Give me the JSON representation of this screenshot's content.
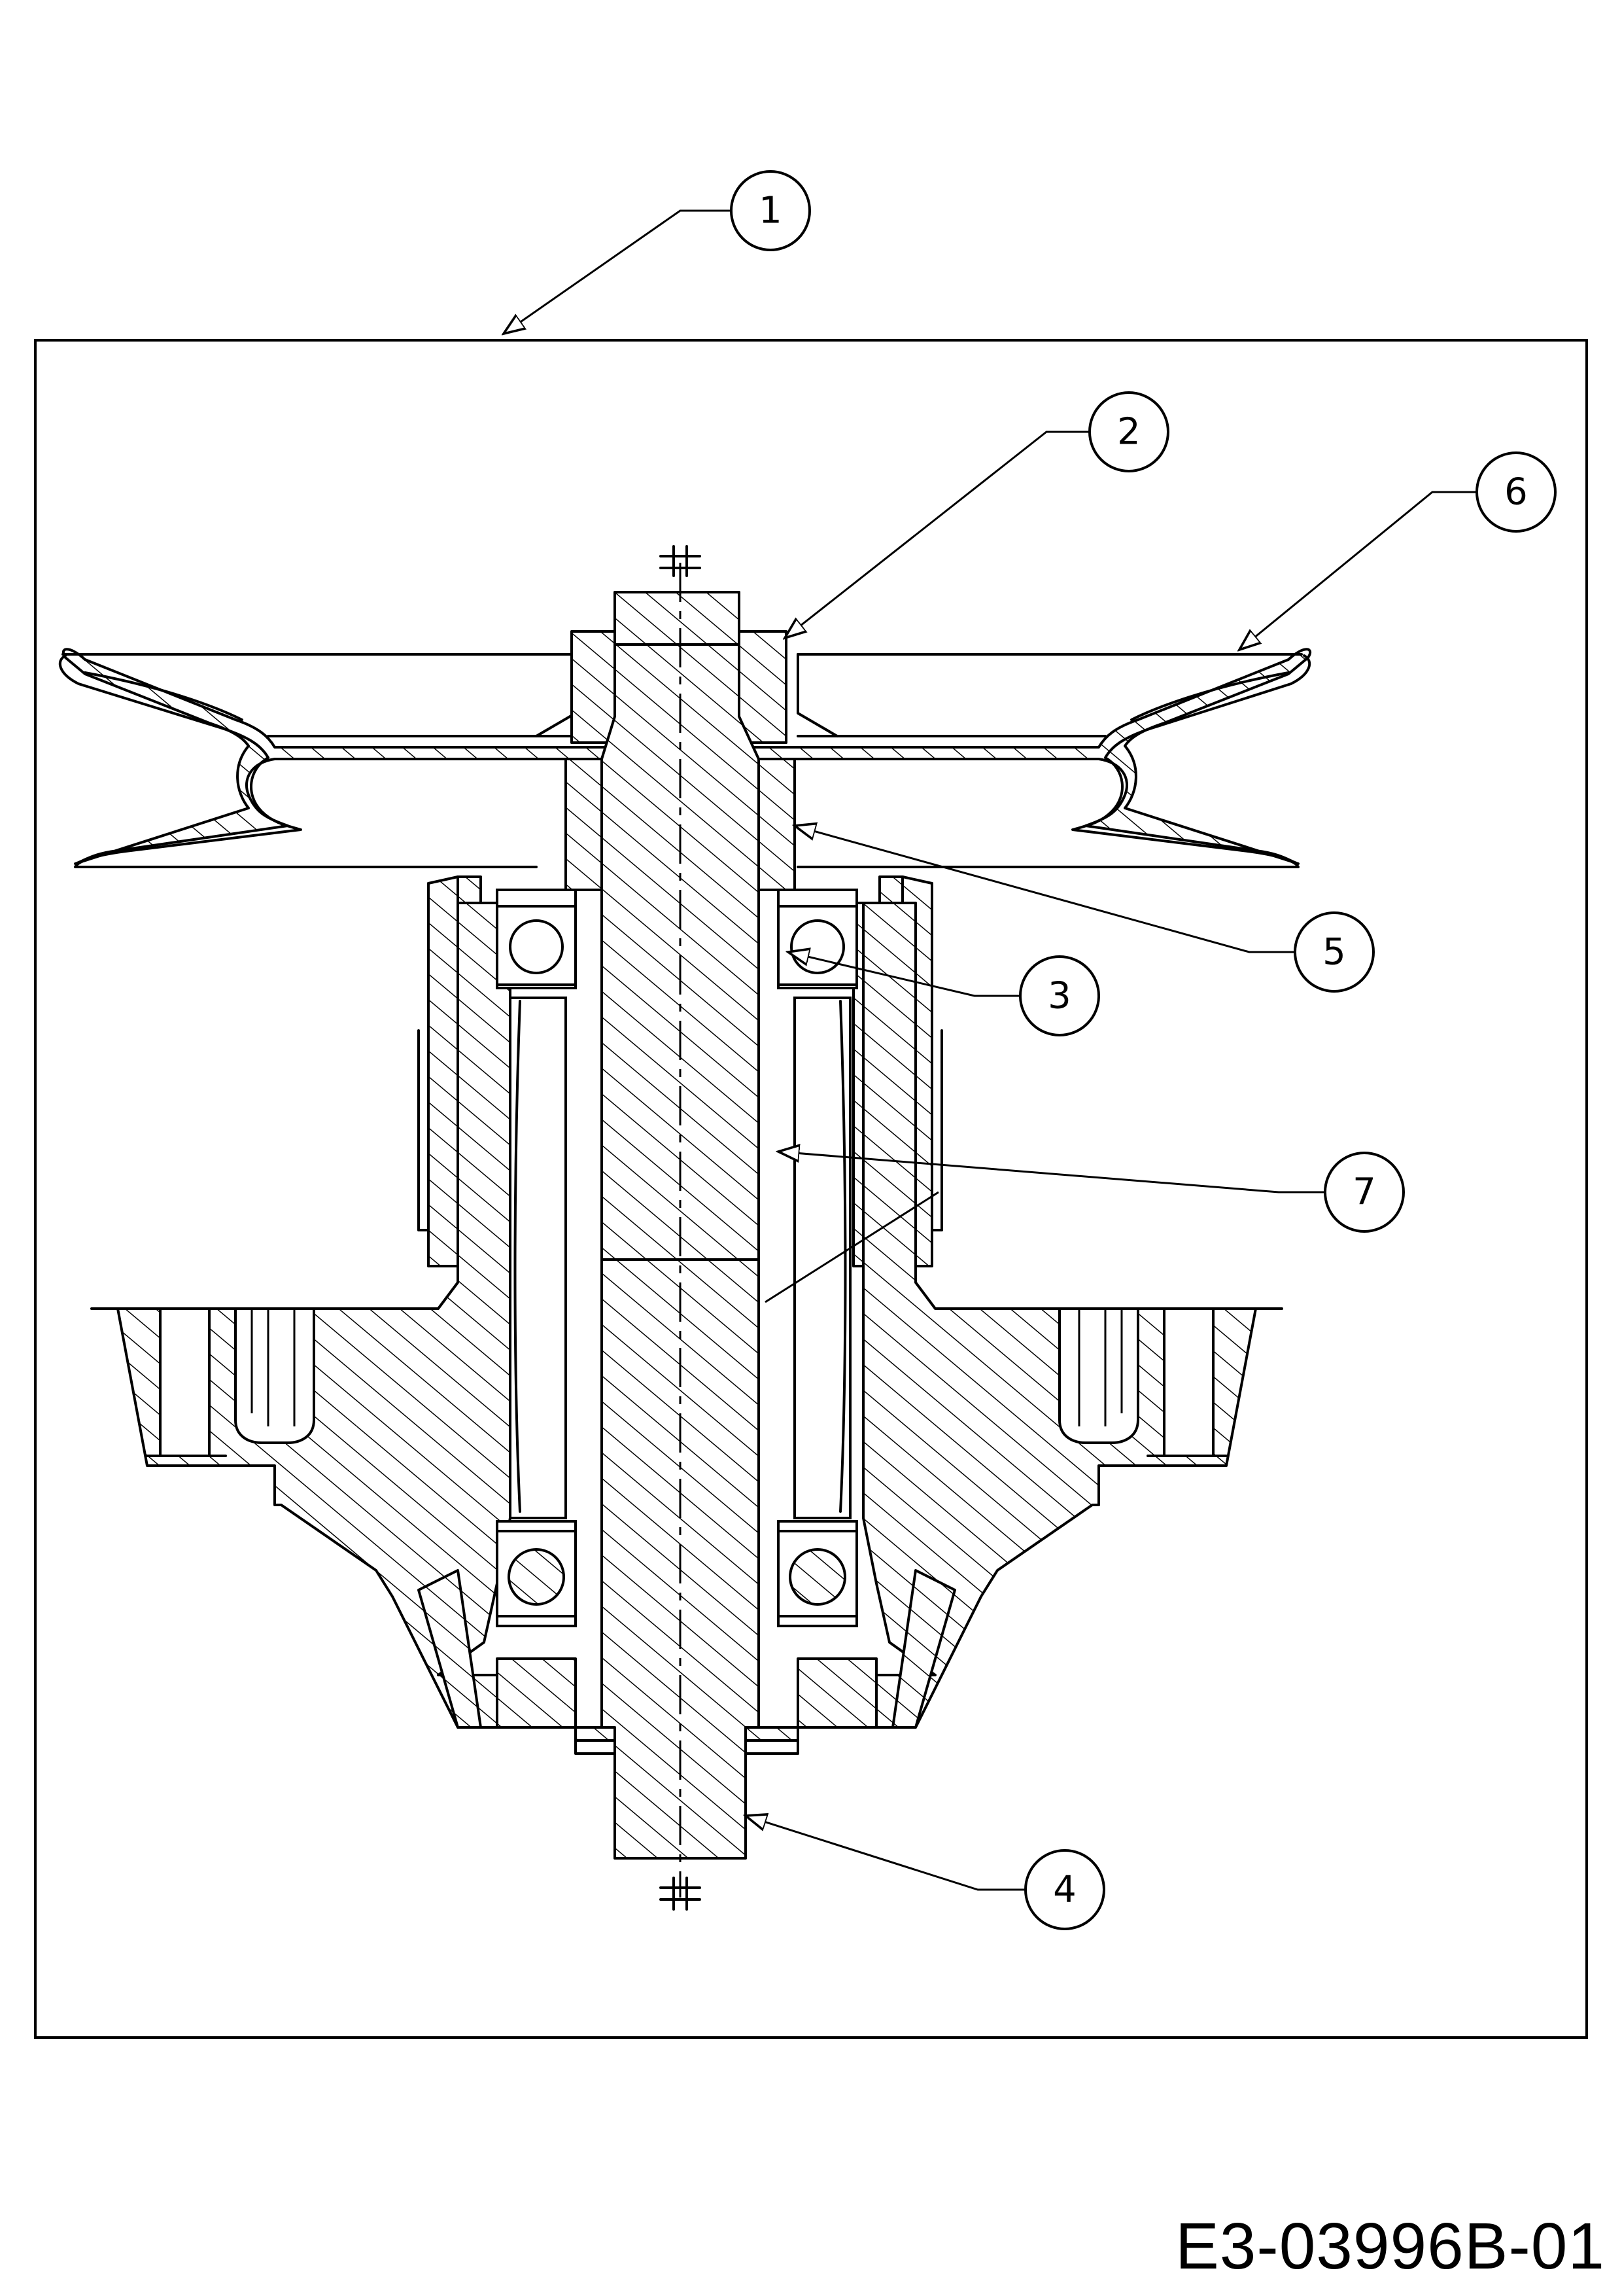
{
  "callouts": [
    {
      "id": "1",
      "label": "1"
    },
    {
      "id": "2",
      "label": "2"
    },
    {
      "id": "3",
      "label": "3"
    },
    {
      "id": "4",
      "label": "4"
    },
    {
      "id": "5",
      "label": "5"
    },
    {
      "id": "6",
      "label": "6"
    },
    {
      "id": "7",
      "label": "7"
    }
  ],
  "drawing_number": "E3-03996B-01"
}
